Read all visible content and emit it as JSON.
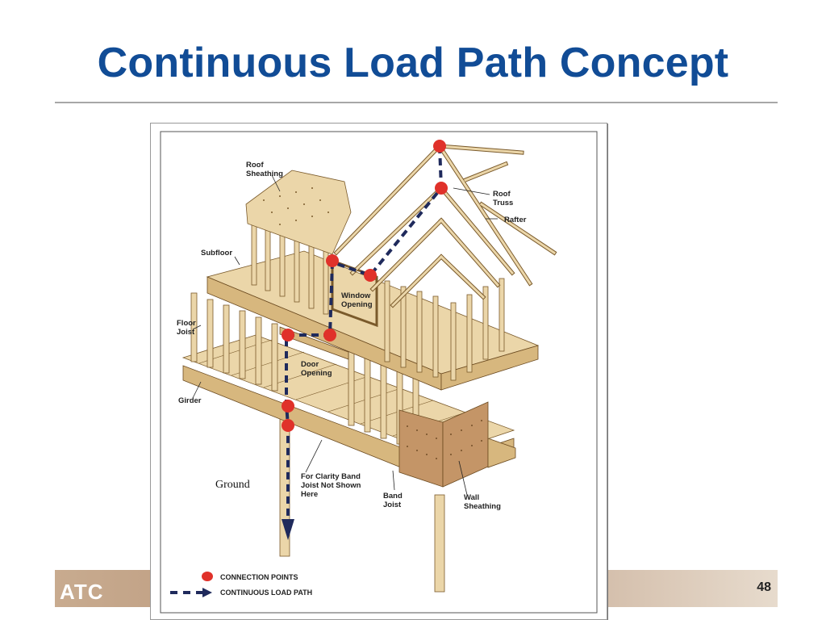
{
  "slide": {
    "title": "Continuous Load Path Concept",
    "page_number": "48",
    "logo_text": "ATC"
  },
  "figure": {
    "callouts": {
      "roof_sheathing": [
        "Roof",
        "Sheathing"
      ],
      "roof_truss": [
        "Roof",
        "Truss"
      ],
      "rafter": "Rafter",
      "subfloor": "Subfloor",
      "floor_joist": [
        "Floor",
        "Joist"
      ],
      "window_opening": [
        "Window",
        "Opening"
      ],
      "door_opening": [
        "Door",
        "Opening"
      ],
      "girder": "Girder",
      "band_joist_note": [
        "For Clarity Band",
        "Joist Not Shown",
        "Here"
      ],
      "band_joist": [
        "Band",
        "Joist"
      ],
      "wall_sheathing": [
        "Wall",
        "Sheathing"
      ]
    },
    "ground_label": "Ground",
    "legend": {
      "connection_points": "CONNECTION POINTS",
      "continuous_load_path": "CONTINUOUS LOAD PATH"
    }
  },
  "colors": {
    "title": "#114C96",
    "connection_point": "#E0312A",
    "load_path": "#1F2A5C",
    "wood": "#EBD6A9",
    "sheathing": "#C49567",
    "footer": "#B8957A"
  }
}
